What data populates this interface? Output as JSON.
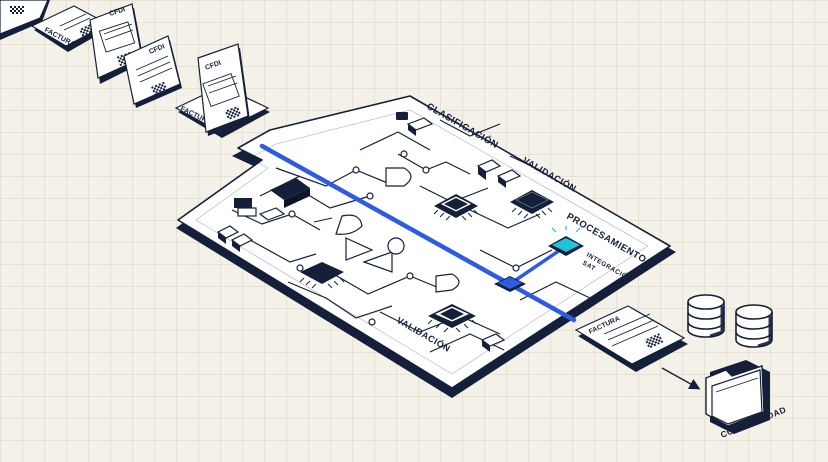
{
  "documents": [
    {
      "label": "FACTURA"
    },
    {
      "label": "CFDI"
    },
    {
      "label": "CFDI"
    },
    {
      "label": "FACTURA"
    }
  ],
  "labels": {
    "clasificacion": "CLASIFICACIÓN",
    "validacion_top": "VALIDACIÓN",
    "procesamiento": "PROCESAMIENTO",
    "integracion_line1": "INTEGRACIÓN",
    "integracion_line2": "SAT",
    "validacion_bottom": "VALIDACIÓN",
    "output_factura": "FACTURA",
    "contabilidad": "CONTABILIDAD"
  },
  "colors": {
    "ink": "#14203a",
    "board": "#ffffff",
    "background": "#f4f1e8",
    "highlight_blue": "#2f5be0",
    "accent_cyan": "#1fc3d6"
  },
  "icons": [
    "database-icon",
    "folder-icon",
    "qr-code-icon",
    "chip-icon",
    "logic-gate-icon"
  ]
}
